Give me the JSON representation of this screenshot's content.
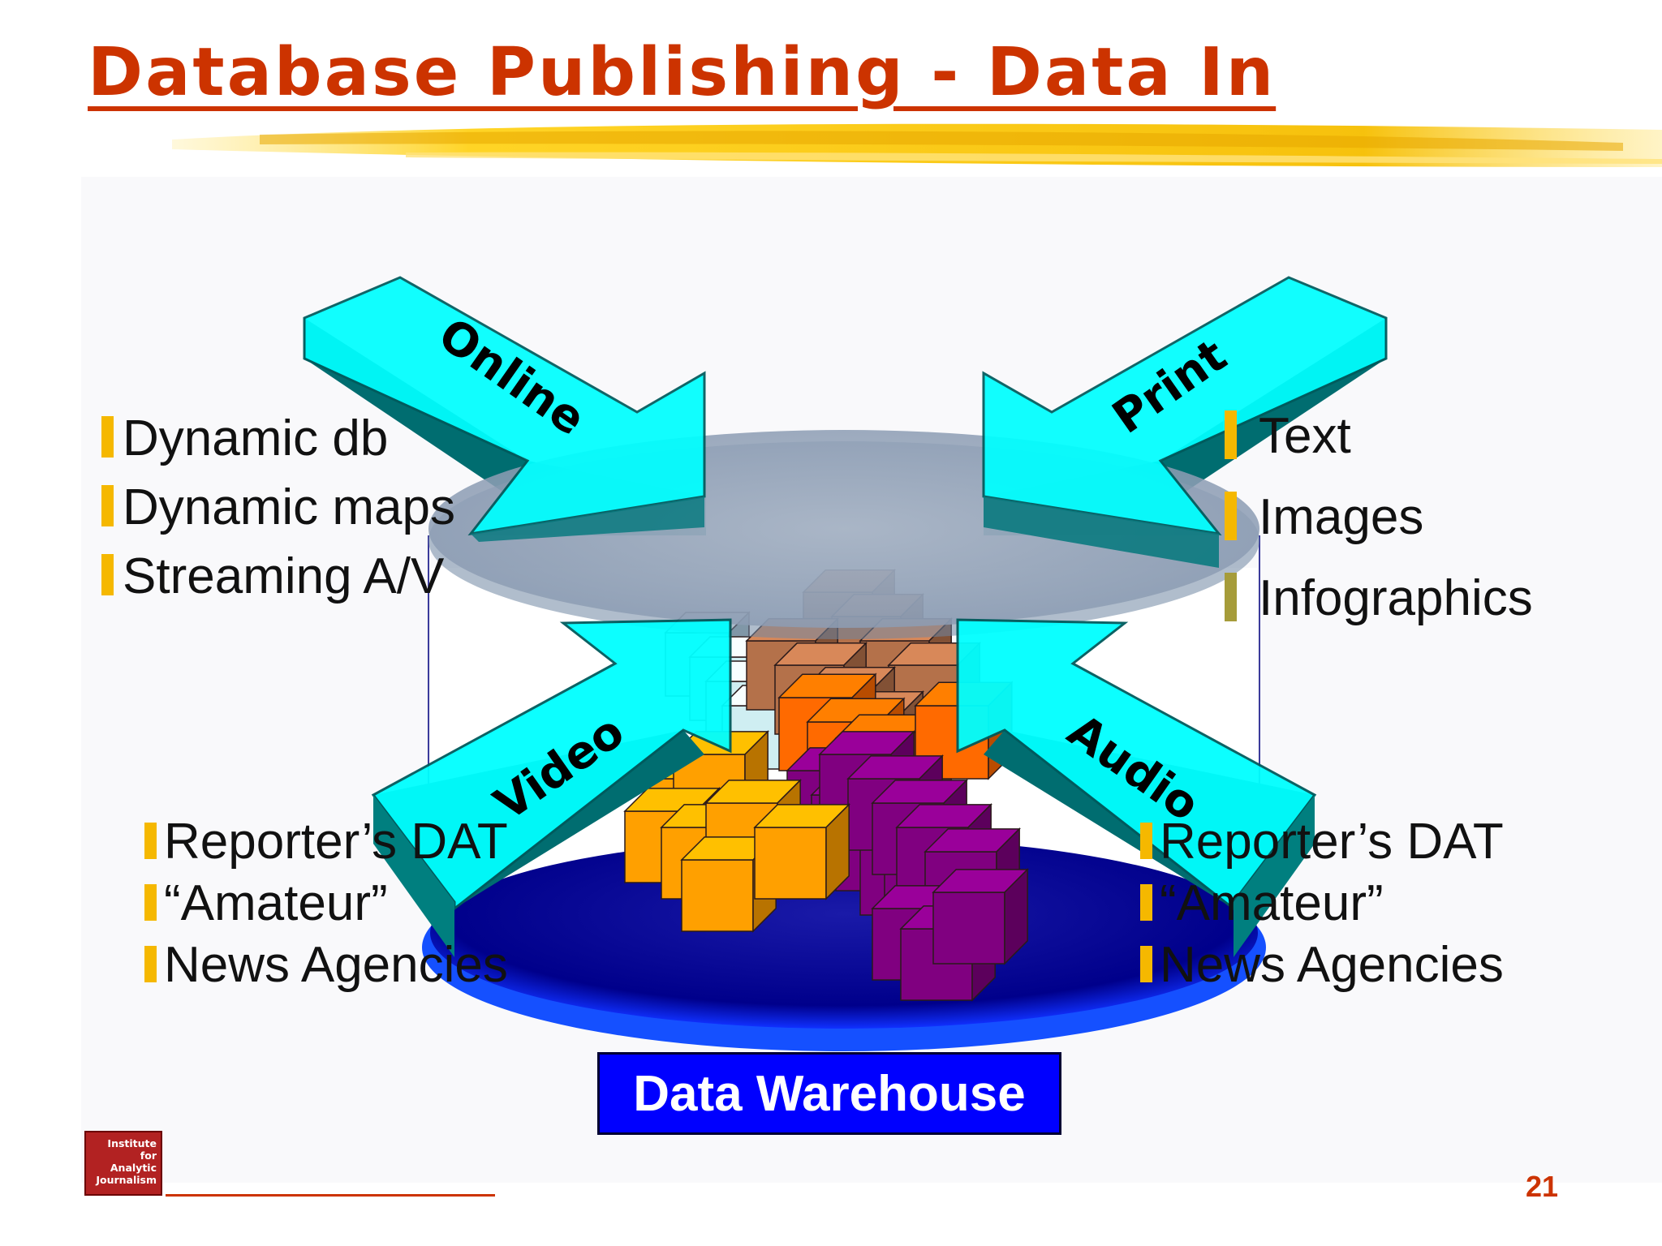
{
  "slide": {
    "title": "Database Publishing - Data In",
    "page_number": "21"
  },
  "diagram": {
    "center_label": "Data Warehouse",
    "arrows": {
      "online": "Online",
      "print": "Print",
      "video": "Video",
      "audio": "Audio"
    },
    "lists": {
      "online": [
        "Dynamic db",
        "Dynamic maps",
        "Streaming A/V"
      ],
      "print": [
        "Text",
        "Images",
        "Infographics"
      ],
      "video": [
        "Reporter’s DAT",
        "“Amateur”",
        "News Agencies"
      ],
      "audio": [
        "Reporter’s DAT",
        "“Amateur”",
        "News Agencies"
      ]
    }
  },
  "logo": {
    "lines": [
      "Institute",
      "for",
      "Analytic",
      "Journalism"
    ]
  },
  "colors": {
    "title": "#cc3300",
    "arrow_face": "#00ffff",
    "arrow_side": "#007f7f",
    "warehouse": "#0000ff",
    "bullet": "#f5b800",
    "cubes_brown": "#b4714a",
    "cubes_orange": "#ff6a00",
    "cubes_gold": "#ffa000",
    "cubes_purple": "#800080"
  }
}
